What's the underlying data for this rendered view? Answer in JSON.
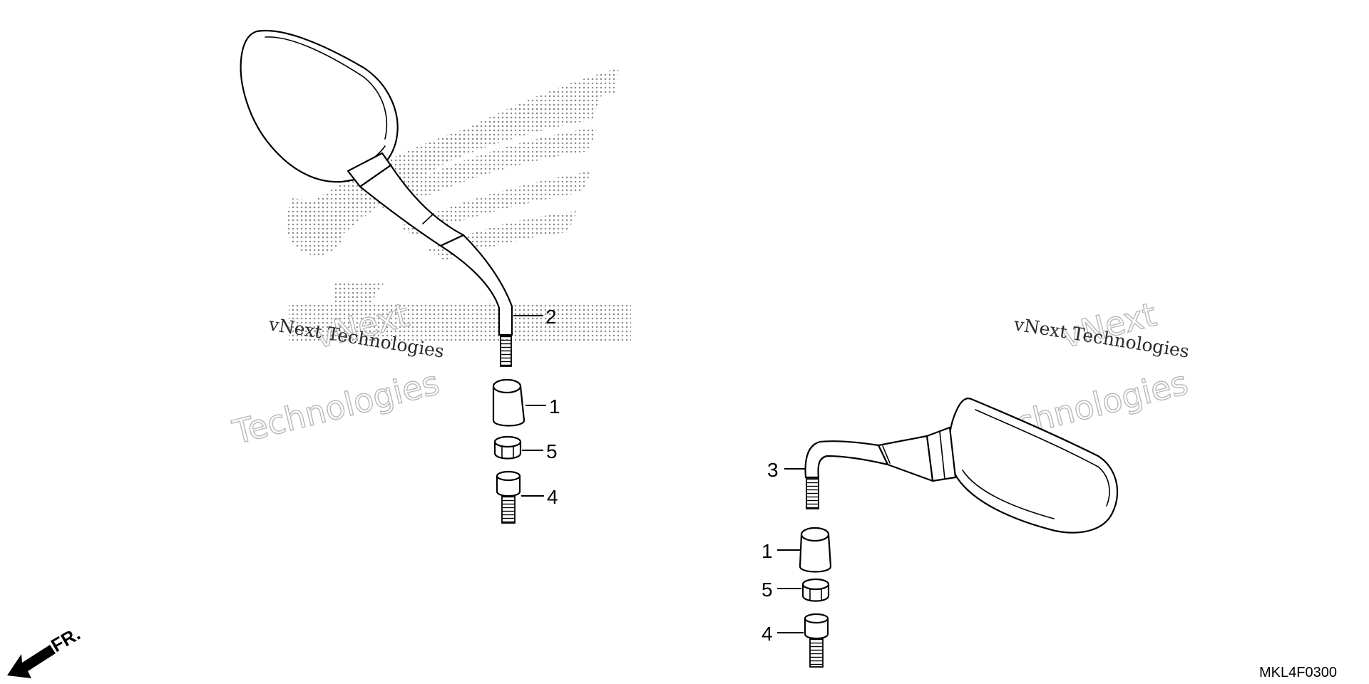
{
  "diagram_code": "MKL4F0300",
  "front_indicator": "FR.",
  "watermarks": [
    {
      "script": "vNext Technologies",
      "big_top": "vNext",
      "big_bottom": "Technologies"
    },
    {
      "script": "vNext Technologies",
      "big_top": "vNext",
      "big_bottom": "Technologies"
    }
  ],
  "callouts": {
    "left": {
      "mirror": "2",
      "cover": "1",
      "nut": "5",
      "adapter": "4"
    },
    "right": {
      "mirror": "3",
      "cover": "1",
      "nut": "5",
      "adapter": "4"
    }
  },
  "colors": {
    "line": "#000000",
    "background": "#ffffff",
    "logo_dots": "#9a9a9a",
    "watermark_outline": "#b8b8b8"
  }
}
